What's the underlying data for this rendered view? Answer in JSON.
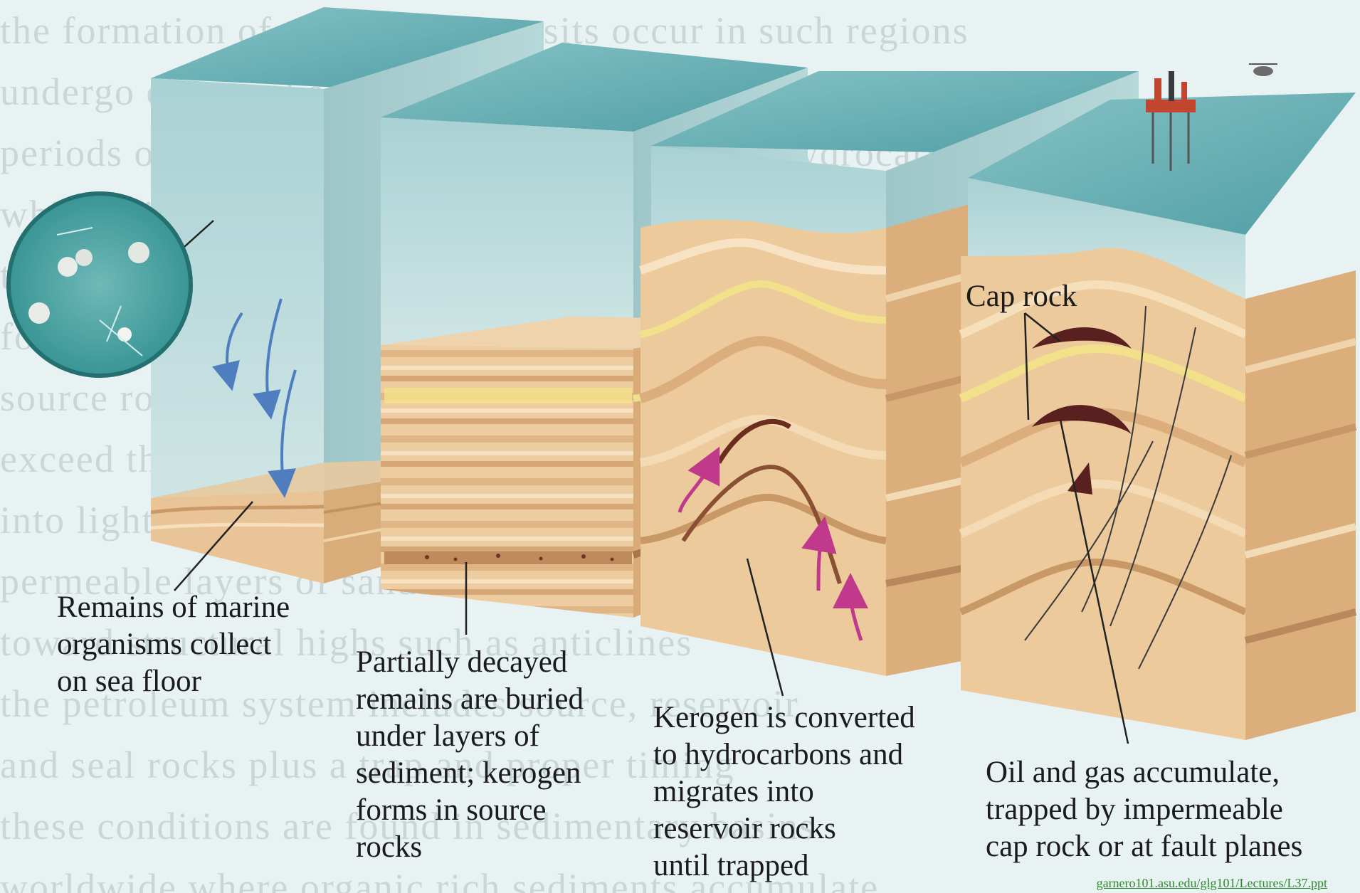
{
  "background_text_lines": [
    "the formation of petroleum deposits          occur in such regions",
    "undergo chemical alteration under heat and pressure  over long",
    "periods of time, producing liquid and gaseous hydrocarbons",
    "which migrate upward through porous rocks until they are",
    "trapped beneath impermeable layers or structural traps",
    "forming reservoirs of oil and natural gas deposits",
    "source rocks mature at depths where temperatures",
    "exceed the oil window and kerogen breaks down",
    "into lighter compounds that move through the",
    "permeable layers of sandstone and limestone",
    "toward structural highs such as anticlines",
    "the petroleum system includes source, reservoir",
    "and seal rocks plus a trap and proper timing",
    "these conditions are found in sedimentary basins",
    "worldwide where organic rich sediments accumulate"
  ],
  "labels": {
    "stage1": [
      "Remains of marine",
      "organisms collect",
      "on sea floor"
    ],
    "stage2": [
      "Partially decayed",
      "remains are buried",
      "under layers of",
      "sediment; kerogen",
      "forms in source",
      "rocks"
    ],
    "stage3": [
      "Kerogen is converted",
      "to hydrocarbons and",
      "migrates into",
      "reservoir rocks",
      "until trapped"
    ],
    "stage4": [
      "Oil and gas accumulate,",
      "trapped by impermeable",
      "cap rock or at fault planes"
    ],
    "cap_rock": "Cap rock"
  },
  "source_link": "garnero101.asu.edu/glg101/Lectures/L37.ppt",
  "colors": {
    "water_top": "#6fb3b8",
    "water_front": "#bcdbdc",
    "water_side": "#a2c9cb",
    "sediment_light": "#f0d5ae",
    "sediment_mid": "#e2b988",
    "sediment_dark": "#b98455",
    "yellow_band": "#f2e08a",
    "oil": "#5a1f1f",
    "arrow_blue": "#4f7ec0",
    "arrow_magenta": "#c0398a"
  }
}
